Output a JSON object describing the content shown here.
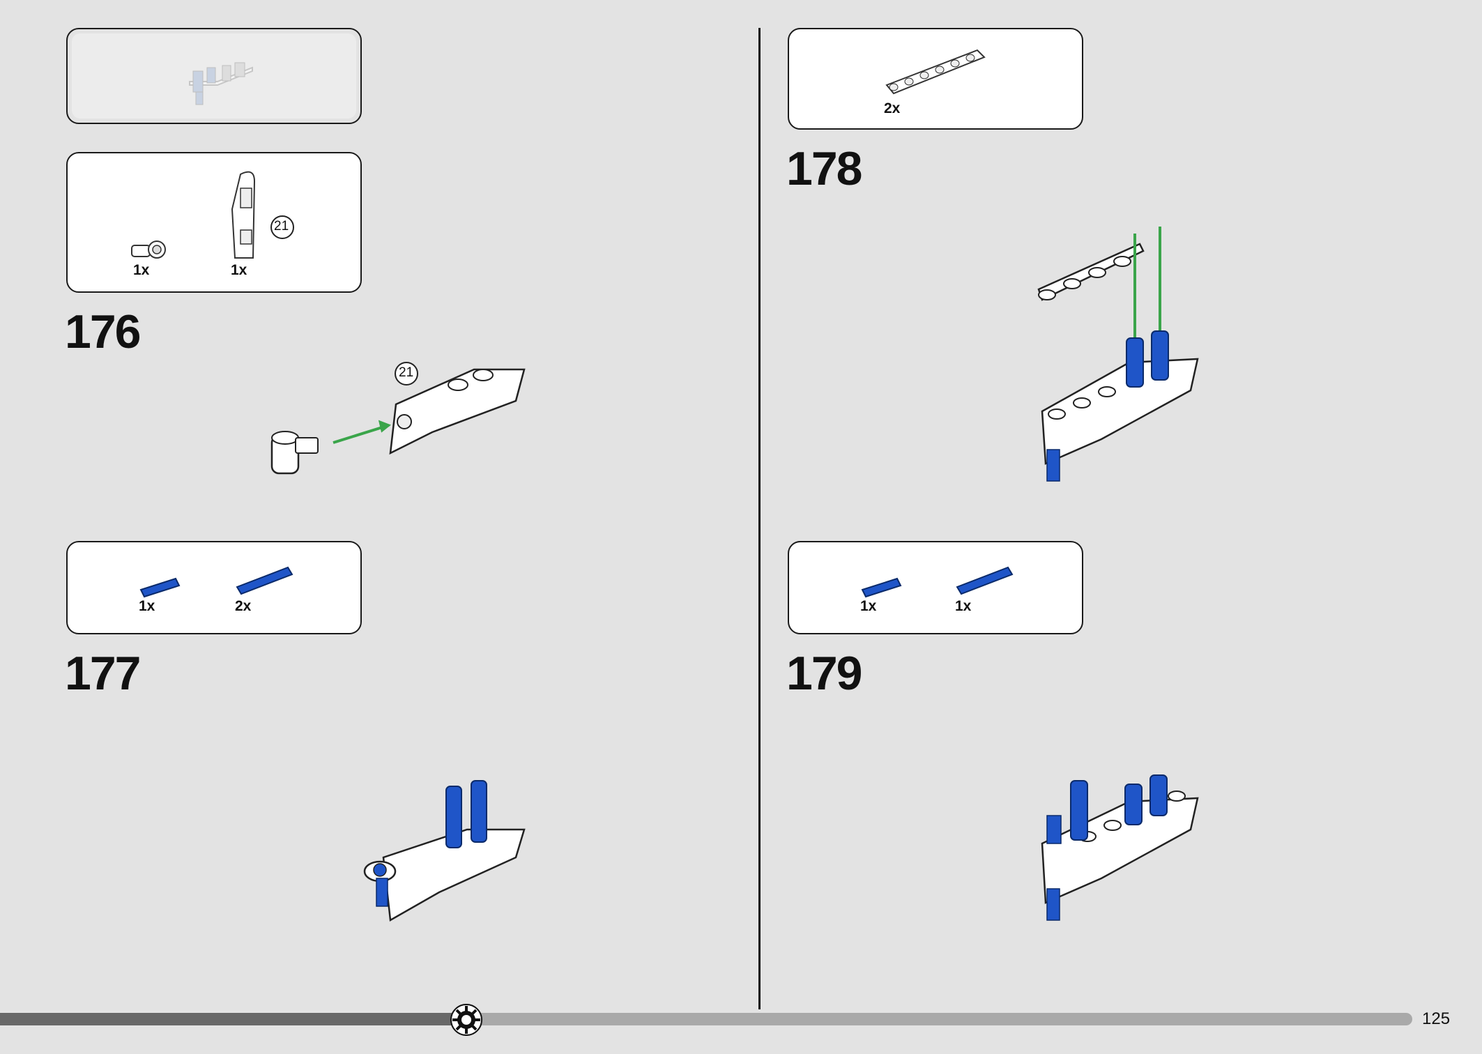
{
  "page": {
    "number": "125"
  },
  "progress": {
    "fraction": 0.33
  },
  "submodel_preview": {},
  "steps": [
    {
      "number": "176",
      "parts": [
        {
          "qty": "1x"
        },
        {
          "qty": "1x",
          "callout": "21"
        }
      ],
      "callout": "21"
    },
    {
      "number": "177",
      "parts": [
        {
          "qty": "1x"
        },
        {
          "qty": "2x"
        }
      ]
    },
    {
      "number": "178",
      "parts": [
        {
          "qty": "2x"
        }
      ]
    },
    {
      "number": "179",
      "parts": [
        {
          "qty": "1x"
        },
        {
          "qty": "1x"
        }
      ]
    }
  ],
  "colors": {
    "background": "#e3e3e3",
    "arrow": "#3aa54a",
    "part_blue": "#1f55c8",
    "part_white": "#ffffff",
    "outline": "#1a1a1a"
  },
  "icons": {
    "progress_marker": "gear-icon"
  }
}
